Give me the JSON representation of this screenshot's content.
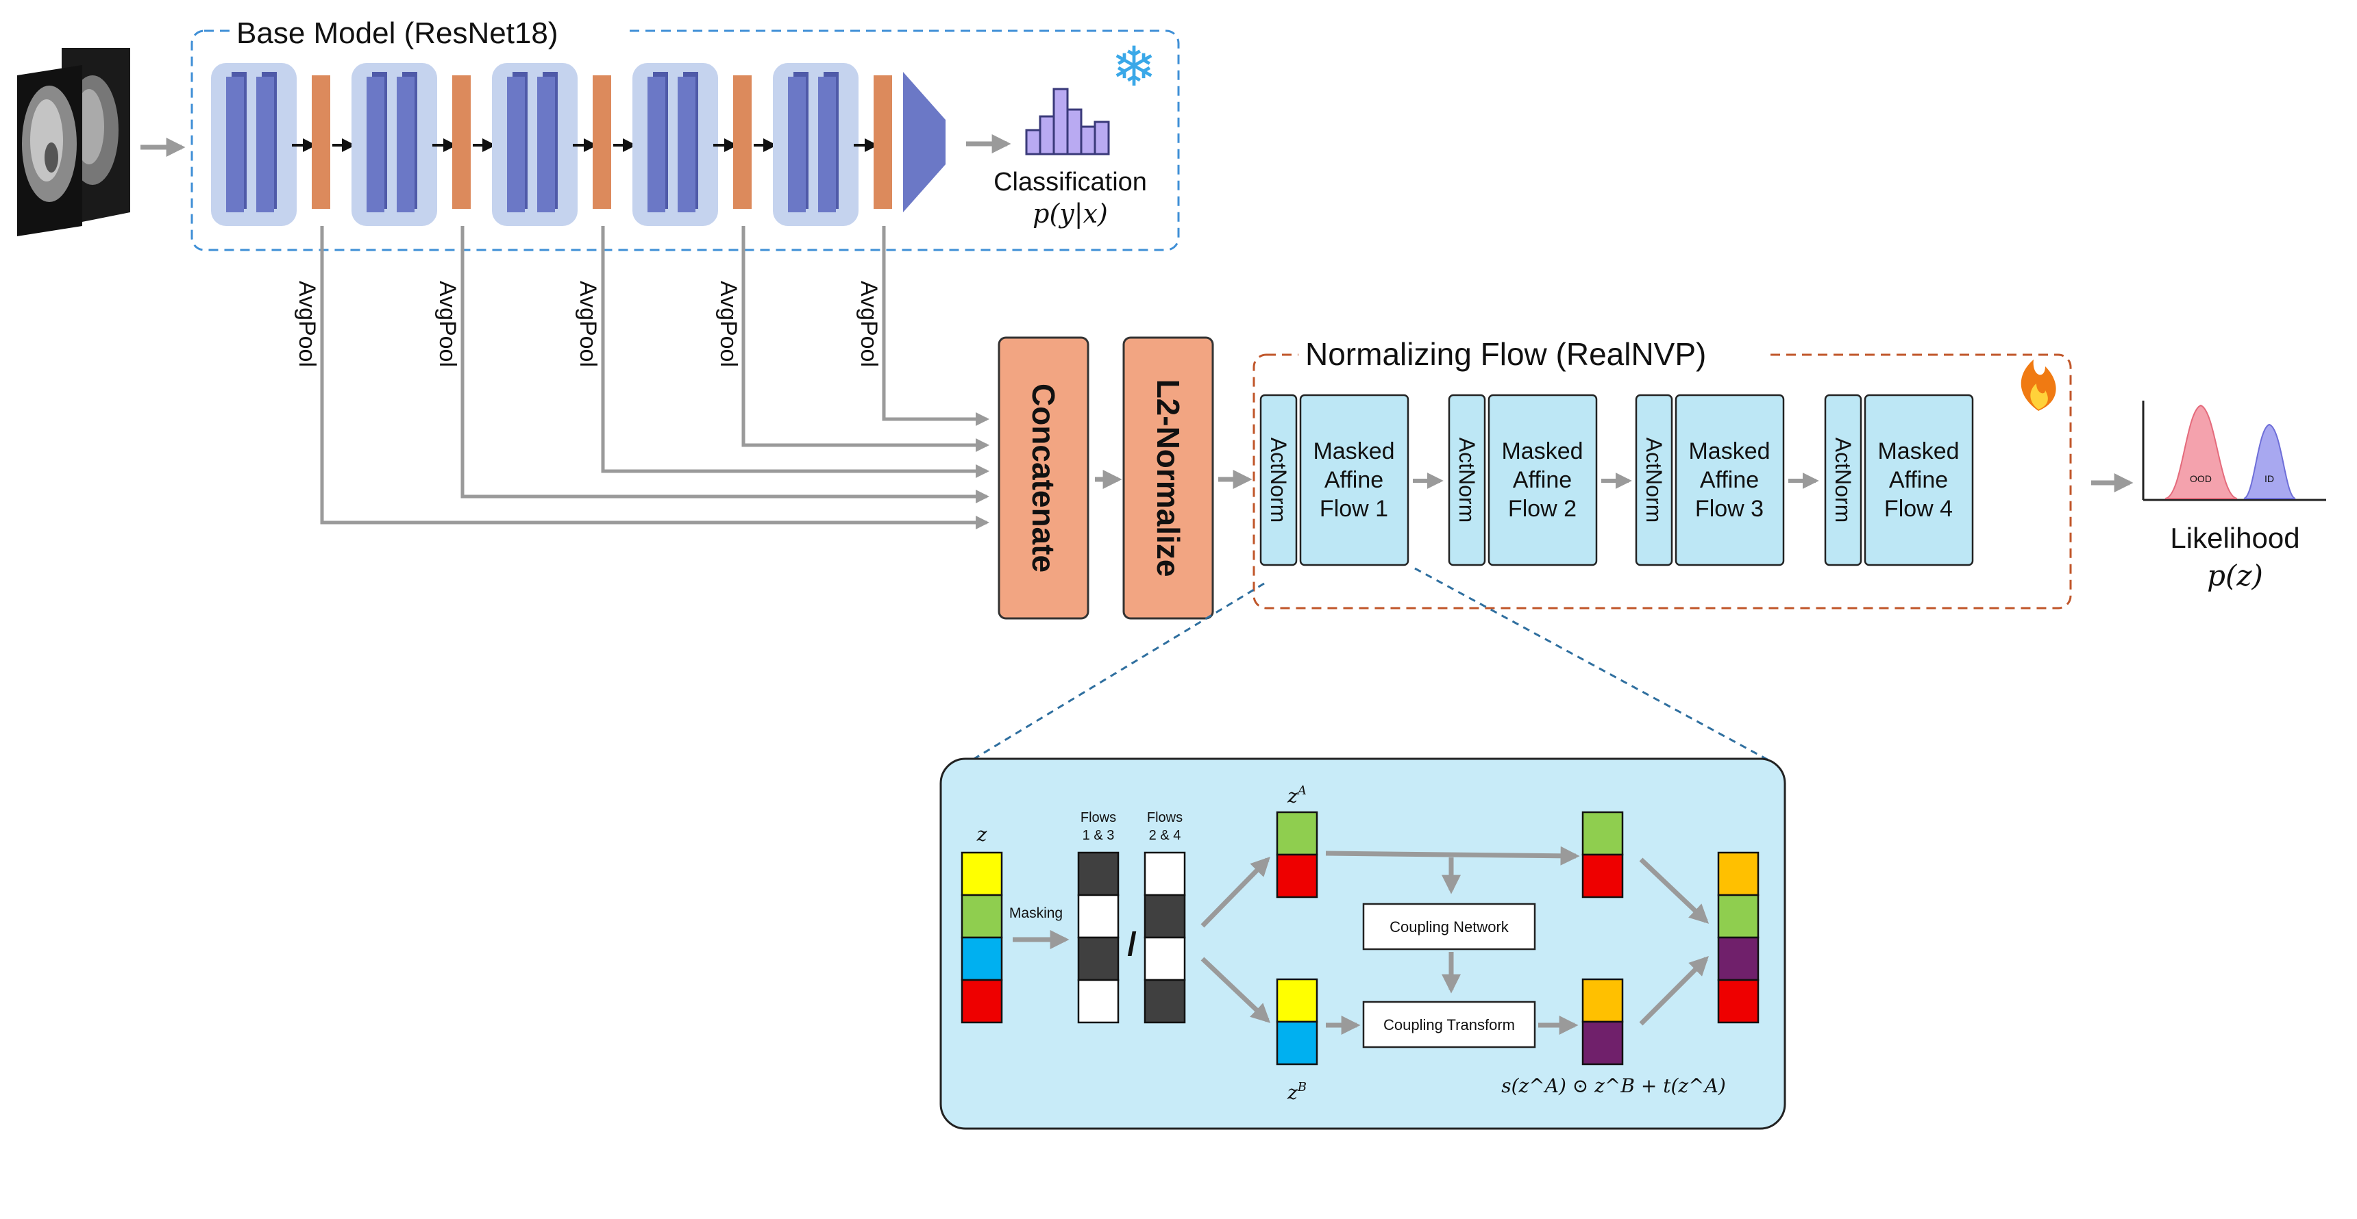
{
  "base_model": {
    "title": "Base Model (ResNet18)",
    "frozen_icon": "snowflake-icon",
    "pool_label": "AvgPool",
    "stage_count": 5
  },
  "classification": {
    "label": "Classification",
    "formula": "p(y|x)",
    "icon": "bar-chart-icon"
  },
  "concatenate": {
    "label": "Concatenate"
  },
  "l2_normalize": {
    "label": "L2-Normalize"
  },
  "normalizing_flow": {
    "title": "Normalizing Flow (RealNVP)",
    "trainable_icon": "fire-icon",
    "actnorm_label": "ActNorm",
    "flows": [
      {
        "line1": "Masked",
        "line2": "Affine",
        "line3": "Flow 1"
      },
      {
        "line1": "Masked",
        "line2": "Affine",
        "line3": "Flow 2"
      },
      {
        "line1": "Masked",
        "line2": "Affine",
        "line3": "Flow 3"
      },
      {
        "line1": "Masked",
        "line2": "Affine",
        "line3": "Flow 4"
      }
    ]
  },
  "likelihood": {
    "label": "Likelihood",
    "formula": "p(z)",
    "ood_label": "OOD",
    "id_label": "ID"
  },
  "detail": {
    "z_label": "z",
    "masking_label": "Masking",
    "flows_13_line1": "Flows",
    "flows_13_line2": "1 & 3",
    "flows_24_line1": "Flows",
    "flows_24_line2": "2 & 4",
    "slash": "/",
    "zA_base": "z",
    "zA_sup": "A",
    "zB_base": "z",
    "zB_sup": "B",
    "coupling_network": "Coupling Network",
    "coupling_transform": "Coupling Transform",
    "equation": "s(z^A) ⊙ z^B + t(z^A)"
  },
  "colors": {
    "block_blue": "#6b78c6",
    "block_bg": "#c5d3ee",
    "pool_orange": "#dc8a5c",
    "box_orange": "#f2a582",
    "flow_cyan": "#bde7f5",
    "detail_bg": "#c8ebf8",
    "frame_blue": "#3f8fd6",
    "frame_orange": "#c0562a",
    "arrow_gray": "#9a9a9a",
    "yellow": "#ffff00",
    "green": "#8fce4f",
    "cyan": "#00b0f0",
    "red": "#ee0000",
    "orange": "#ffc000",
    "purple": "#70206b",
    "dark_cell": "#404040"
  }
}
